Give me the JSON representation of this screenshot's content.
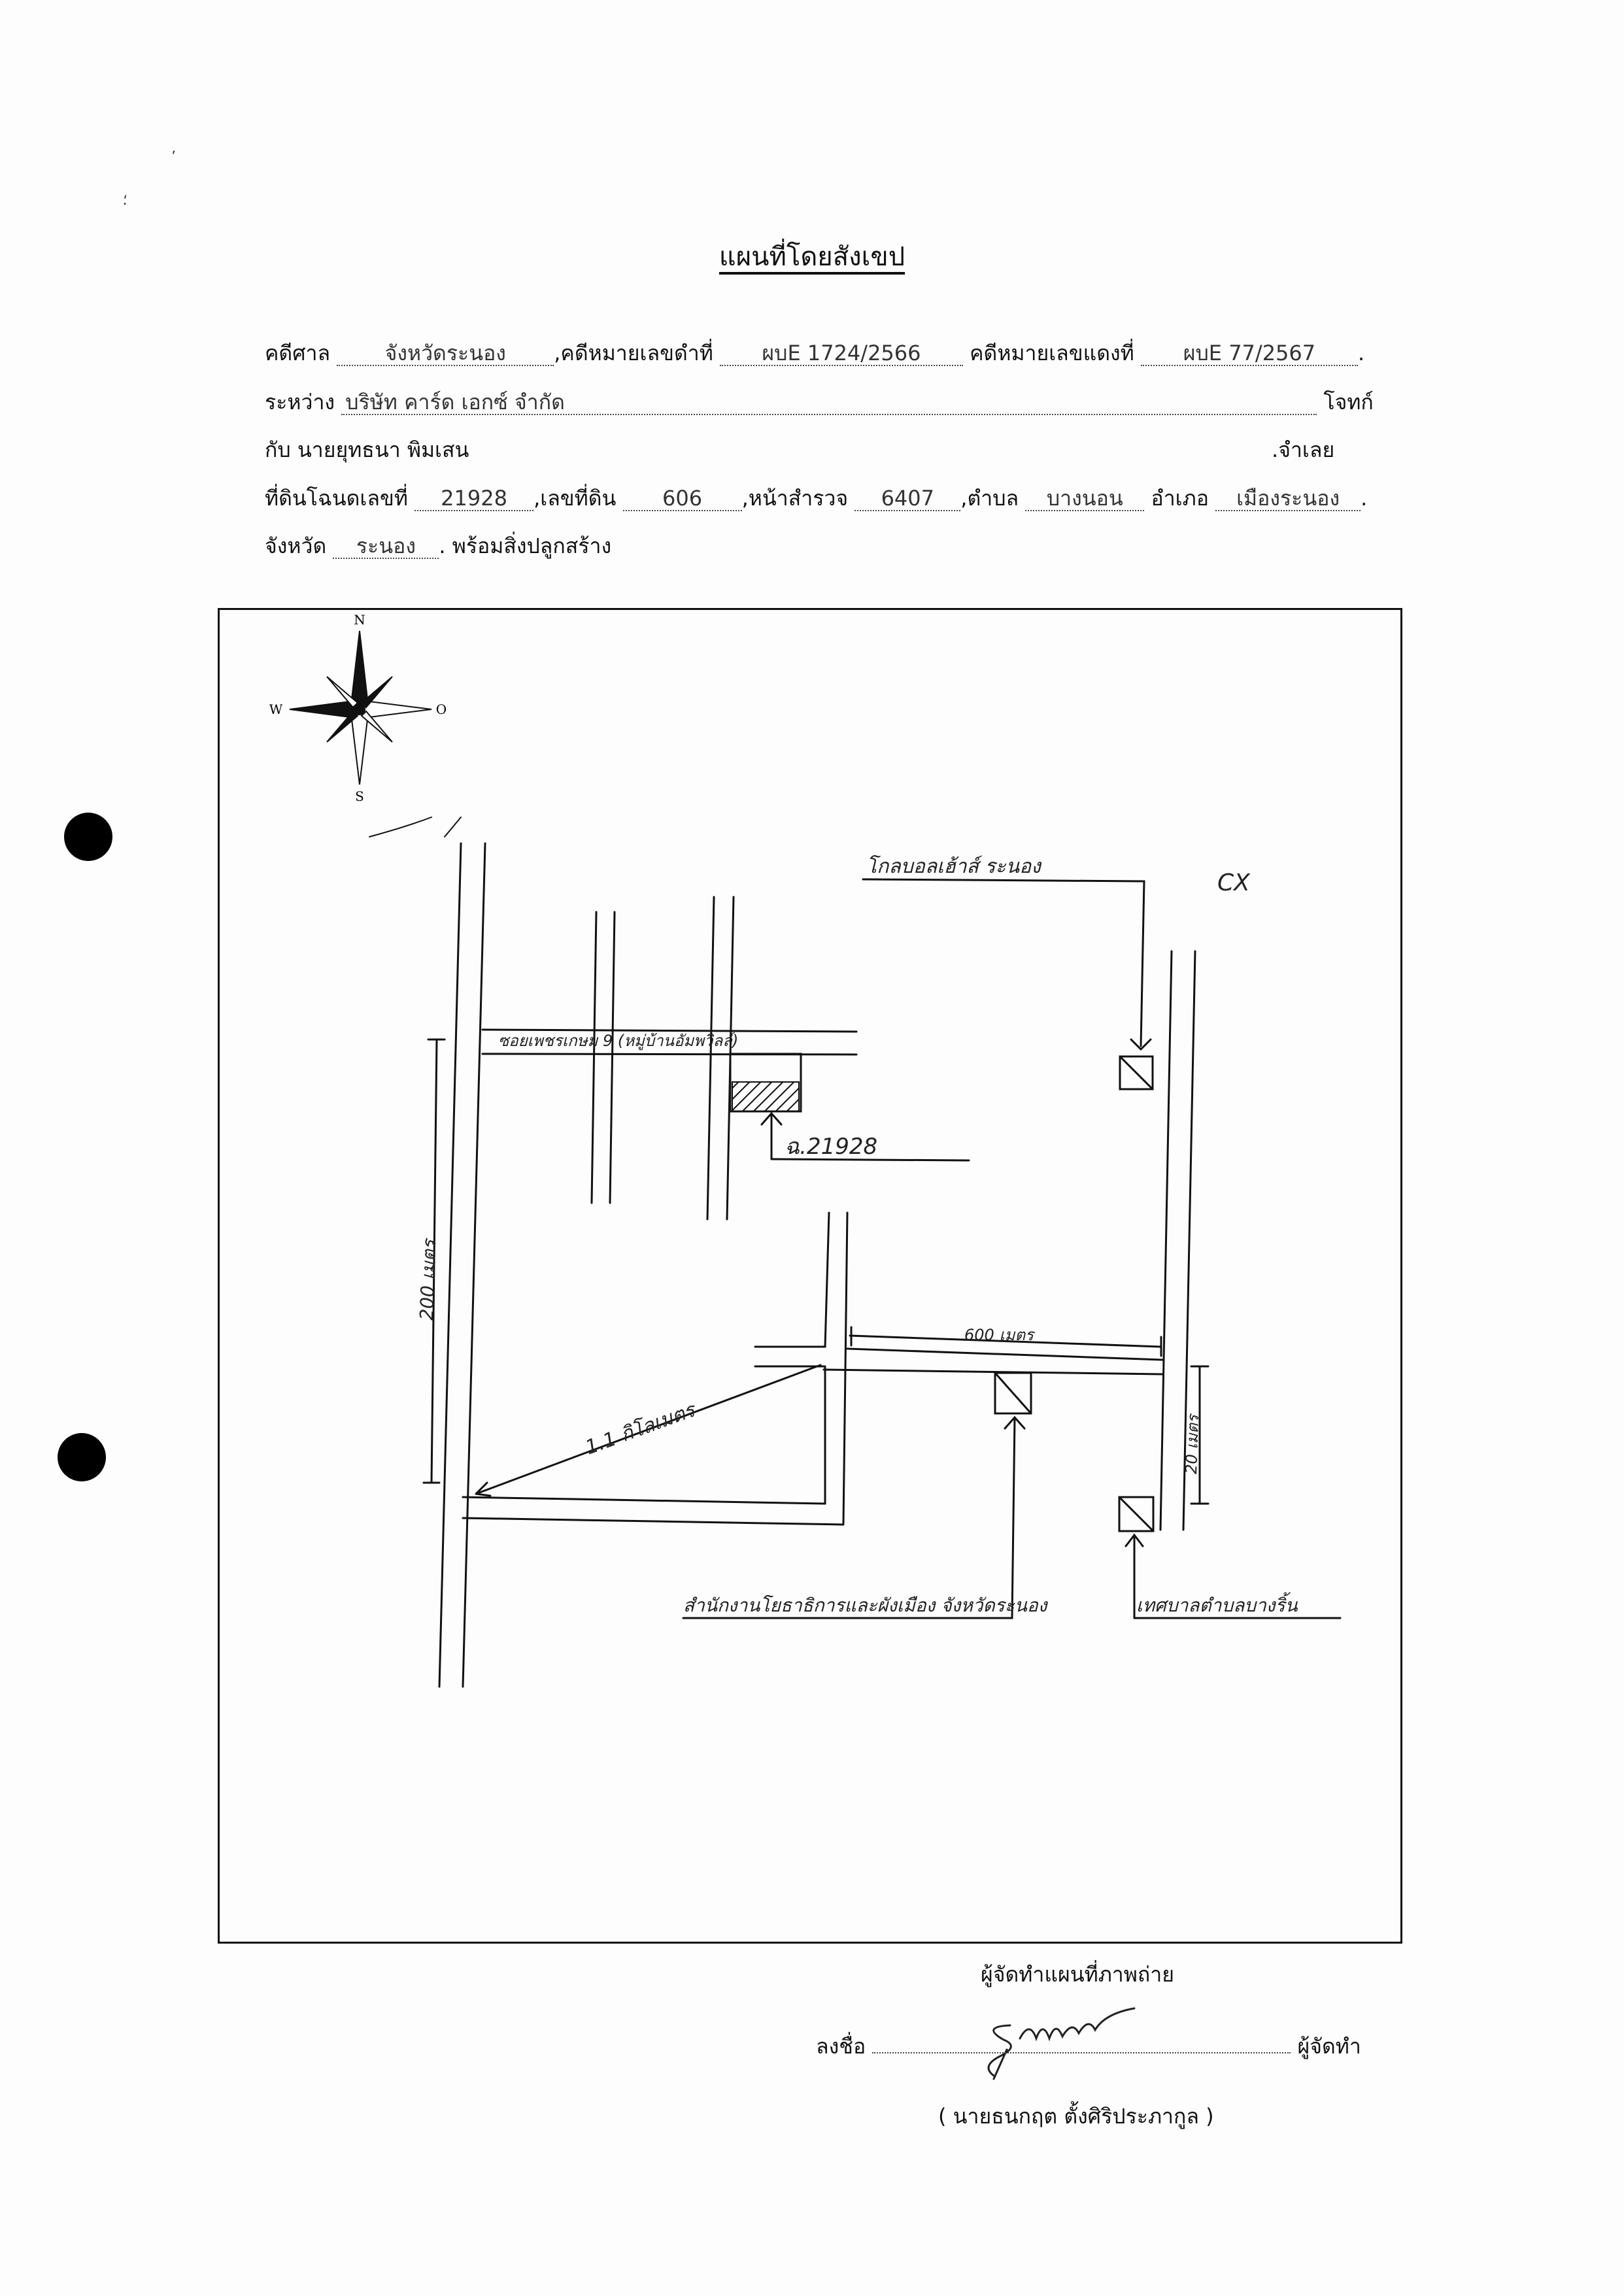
{
  "title": "แผนที่โดยสังเขป",
  "case": {
    "court_label": "คดีศาล",
    "court_value": "จังหวัดระนอง",
    "black_no_label": ",คดีหมายเลขดำที่",
    "black_no_value": "ผบE 1724/2566",
    "red_no_label": "คดีหมายเลขแดงที่",
    "red_no_value": "ผบE 77/2567",
    "red_no_end": ".",
    "between_label": "ระหว่าง",
    "plaintiff_value": "บริษัท คาร์ด เอกซ์ จำกัด",
    "plaintiff_role": "โจทก์",
    "with_label": "กับ",
    "defendant_value": "นายยุทธนา พิมเสน",
    "defendant_role": ".จำเลย",
    "deed_label": "ที่ดินโฉนดเลขที่",
    "deed_value": "21928",
    "land_no_label": ",เลขที่ดิน",
    "land_no_value": "606",
    "survey_label": ",หน้าสำรวจ",
    "survey_value": "6407",
    "subdistrict_label": ",ตำบล",
    "subdistrict_value": "บางนอน",
    "district_label": "อำเภอ",
    "district_value": "เมืองระนอง",
    "district_end": ".",
    "province_label": "จังหวัด",
    "province_value": "ระนอง",
    "province_end": ".",
    "with_buildings": "พร้อมสิ่งปลูกสร้าง"
  },
  "map": {
    "compass": {
      "n": "N",
      "s": "S",
      "w": "W",
      "e": "O"
    },
    "labels": {
      "top_right_landmark": "โกลบอลเฮ้าส์ ระนอง",
      "corner_mark": "CX",
      "soi_name": "ซอยเพชรเกษม 9 (หมู่บ้านอัมพวิลล์)",
      "parcel": "ฉ.21928",
      "dist_200_left": "200 เมตร",
      "dist_600": "600 เมตร",
      "dist_11km": "1.1 กิโลเมตร",
      "dist_20": "20 เมตร",
      "office_bottom": "สำนักงานโยธาธิการและผังเมือง จังหวัดระนอง",
      "office_right": "เทศบาลตำบลบางริ้น"
    }
  },
  "signature": {
    "maker_caption": "ผู้จัดทำแผนที่ภาพถ่าย",
    "sign_label": "ลงชื่อ",
    "sign_role": "ผู้จัดทำ",
    "signer_name": "( นายธนกฤต ตั้งศิริประภากูล )"
  }
}
